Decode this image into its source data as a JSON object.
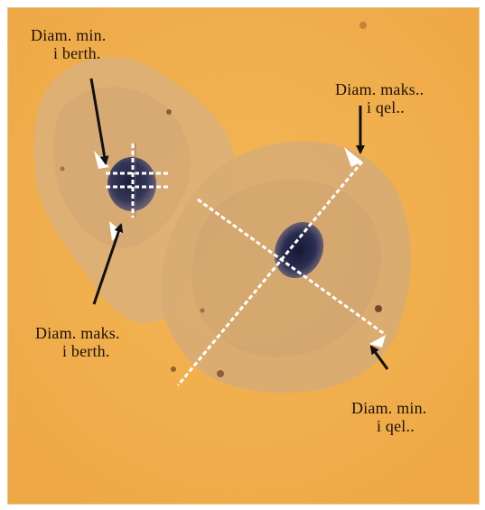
{
  "labels": {
    "diam_min_berth_line1": "Diam. min.",
    "diam_min_berth_line2": "i berth.",
    "diam_maks_qel_line1": "Diam. maks..",
    "diam_maks_qel_line2": "i qel..",
    "diam_maks_berth_line1": "Diam. maks.",
    "diam_maks_berth_line2": "i berth.",
    "diam_min_qel_line1": "Diam. min.",
    "diam_min_qel_line2": "i qel.."
  },
  "colors": {
    "background": "#f2b050",
    "cell": "#d9a96a",
    "nucleus": "#2f3250",
    "dashed_line": "#ffffff",
    "arrow": "#111111"
  }
}
